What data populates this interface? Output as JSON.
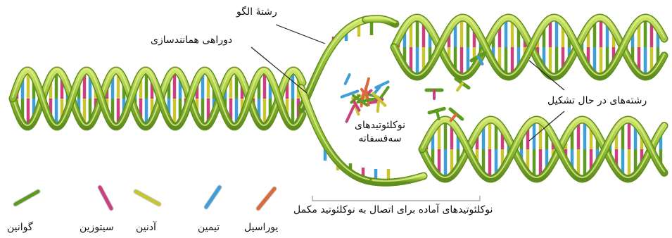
{
  "labels": {
    "template_strand": "رشتهٔ الگو",
    "replication_fork": "دوراهی همانندسازی",
    "forming_strands": "رشته‌های در حال تشکیل",
    "nucleotides_line1": "نوکلئوتیدهای",
    "nucleotides_line2": "سه‌فسفاته",
    "ready_nucleotides": "نوکلئوتیدهای آماده برای اتصال به نوکلئوتید مکمل"
  },
  "legend": [
    {
      "name": "گوانین",
      "color": "#5e9a1f"
    },
    {
      "name": "سیتوزین",
      "color": "#c8407e"
    },
    {
      "name": "آدنین",
      "color": "#c8c630"
    },
    {
      "name": "تیمین",
      "color": "#3d9ed8"
    },
    {
      "name": "یوراسیل",
      "color": "#d96a3c"
    }
  ],
  "colors": {
    "backbone_dark": "#6f9e26",
    "backbone_light": "#b8d64a",
    "guanine": "#5e9a1f",
    "cytosine": "#c8407e",
    "adenine": "#c8c630",
    "thymine": "#3d9ed8",
    "uracil": "#d96a3c"
  }
}
